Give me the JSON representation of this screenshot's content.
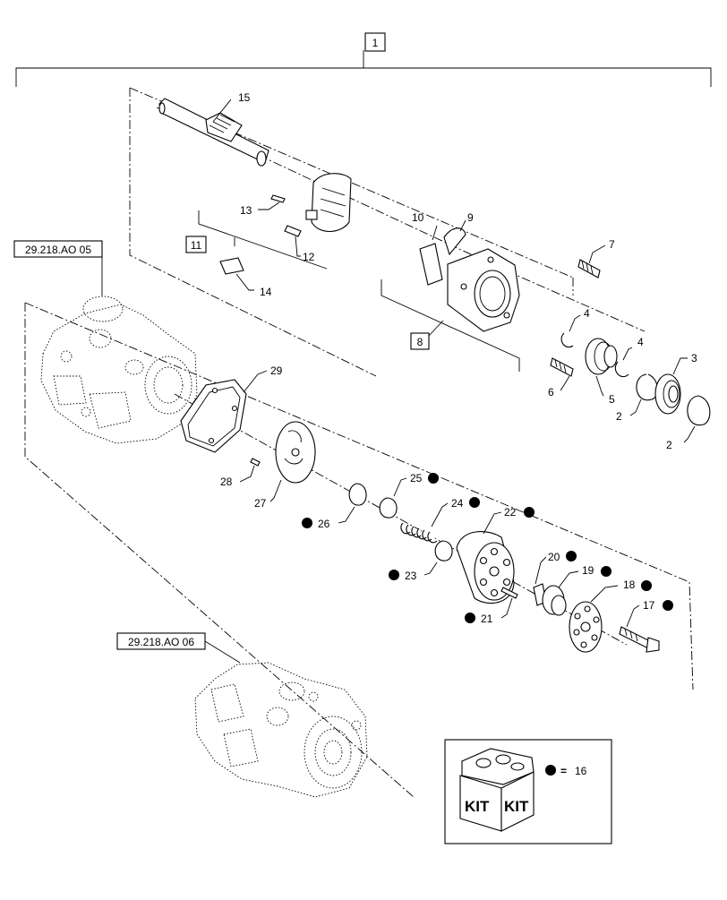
{
  "diagram": {
    "callouts": {
      "c1": "1",
      "c2a": "2",
      "c2b": "2",
      "c3": "3",
      "c4a": "4",
      "c4b": "4",
      "c5": "5",
      "c6": "6",
      "c7": "7",
      "c8": "8",
      "c9": "9",
      "c10": "10",
      "c11": "11",
      "c12": "12",
      "c13": "13",
      "c14": "14",
      "c15": "15",
      "c17": "17",
      "c18": "18",
      "c19": "19",
      "c20": "20",
      "c21": "21",
      "c22": "22",
      "c23": "23",
      "c24": "24",
      "c25": "25",
      "c26": "26",
      "c27": "27",
      "c28": "28",
      "c29": "29"
    },
    "references": {
      "ref_a": "29.218.AO 05",
      "ref_b": "29.218.AO 06"
    },
    "kit": {
      "badge_left": "KIT",
      "badge_right": "KIT",
      "equals": "=",
      "number": "16"
    }
  }
}
